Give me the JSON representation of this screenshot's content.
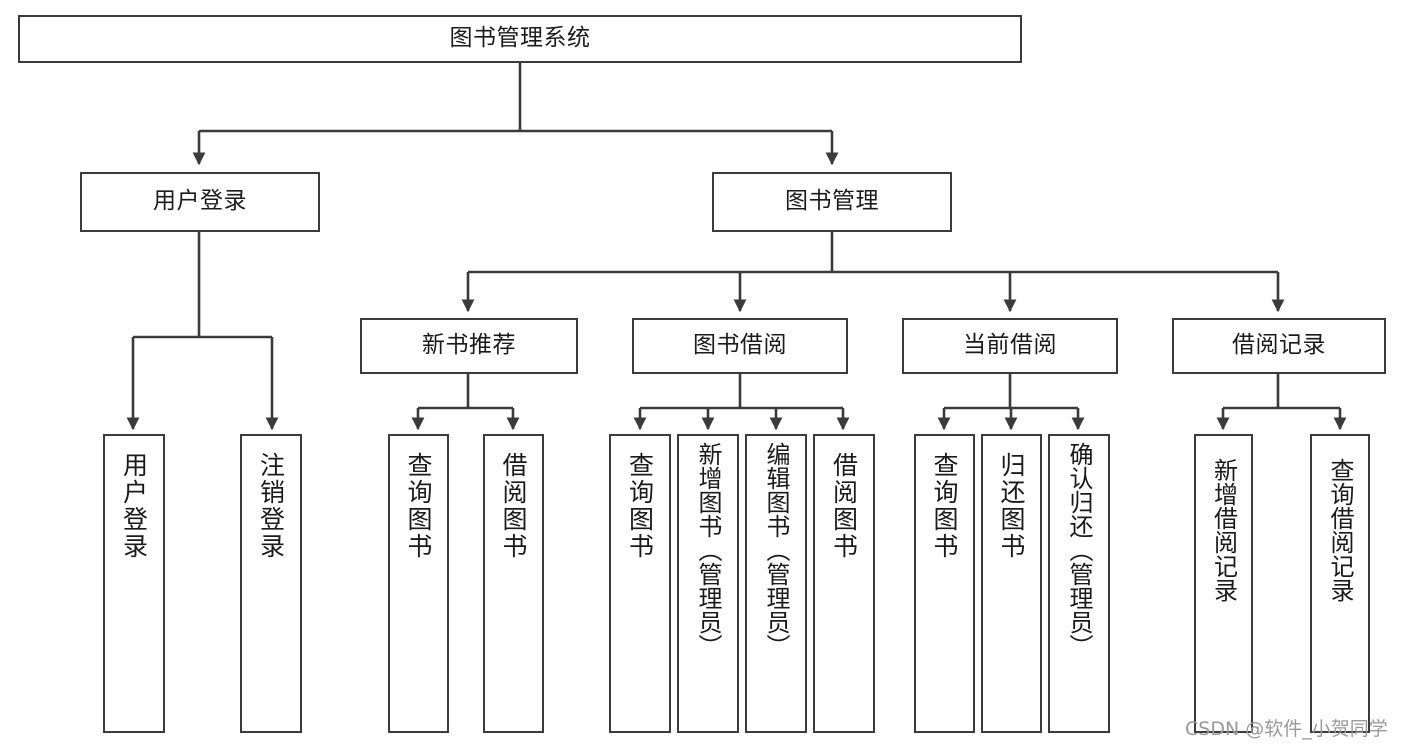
{
  "diagram": {
    "title": "图书管理系统",
    "type": "hierarchy-tree",
    "orientation": "top-down",
    "colors": {
      "box_border": "#3b3b3b",
      "box_fill": "#ffffff",
      "connector": "#3b3b3b",
      "text": "#1b1b1b",
      "watermark": "#9a9a9a"
    },
    "levels": 3
  },
  "nodes": {
    "root": {
      "label": "图书管理系统",
      "orientation": "horizontal"
    },
    "level1": [
      {
        "id": "user-login",
        "label": "用户登录",
        "orientation": "horizontal"
      },
      {
        "id": "book-manage",
        "label": "图书管理",
        "orientation": "horizontal"
      }
    ],
    "level2": [
      {
        "id": "new-book-recommend",
        "label": "新书推荐",
        "orientation": "horizontal"
      },
      {
        "id": "book-borrow",
        "label": "图书借阅",
        "orientation": "horizontal"
      },
      {
        "id": "current-borrow",
        "label": "当前借阅",
        "orientation": "horizontal"
      },
      {
        "id": "borrow-record",
        "label": "借阅记录",
        "orientation": "horizontal"
      }
    ],
    "leaves": [
      {
        "id": "leaf-user-login",
        "label": "用户登录",
        "parent": "user-login",
        "orientation": "vertical"
      },
      {
        "id": "leaf-user-logout",
        "label": "注销登录",
        "parent": "user-login",
        "orientation": "vertical"
      },
      {
        "id": "leaf-query-book-1",
        "label": "查询图书",
        "parent": "new-book-recommend",
        "orientation": "vertical"
      },
      {
        "id": "leaf-borrow-book-1",
        "label": "借阅图书",
        "parent": "new-book-recommend",
        "orientation": "vertical"
      },
      {
        "id": "leaf-query-book-2",
        "label": "查询图书",
        "parent": "book-borrow",
        "orientation": "vertical"
      },
      {
        "id": "leaf-add-book",
        "label": "新增图书（管理员）",
        "parent": "book-borrow",
        "orientation": "vertical"
      },
      {
        "id": "leaf-edit-book",
        "label": "编辑图书（管理员）",
        "parent": "book-borrow",
        "orientation": "vertical"
      },
      {
        "id": "leaf-borrow-book-2",
        "label": "借阅图书",
        "parent": "book-borrow",
        "orientation": "vertical"
      },
      {
        "id": "leaf-query-book-3",
        "label": "查询图书",
        "parent": "current-borrow",
        "orientation": "vertical"
      },
      {
        "id": "leaf-return-book",
        "label": "归还图书",
        "parent": "current-borrow",
        "orientation": "vertical"
      },
      {
        "id": "leaf-confirm-return",
        "label": "确认归还（管理员）",
        "parent": "current-borrow",
        "orientation": "vertical"
      },
      {
        "id": "leaf-add-record",
        "label": "新增借阅记录",
        "parent": "borrow-record",
        "orientation": "vertical"
      },
      {
        "id": "leaf-query-record",
        "label": "查询借阅记录",
        "parent": "borrow-record",
        "orientation": "vertical"
      }
    ]
  },
  "watermark": {
    "text": "CSDN @软件_小贺同学"
  }
}
